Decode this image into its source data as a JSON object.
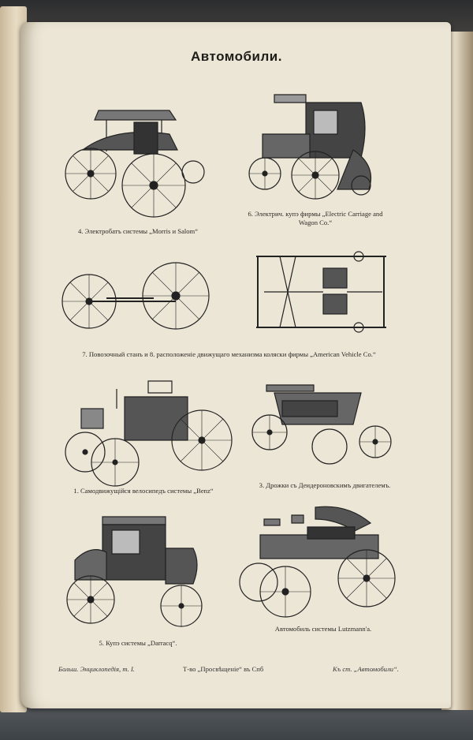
{
  "page": {
    "title": "Автомобили.",
    "captions": {
      "c4": "4. Электробатъ системы „Morris и Salom“",
      "c6_line1": "6. Электрич. купэ фирмы „Electric Carriage and",
      "c6_line2": "Wagon Co.“",
      "c7": "7. Повозочный станъ и 8. расположеніе движущаго механизма коляски фирмы „American Vehicle Co.“",
      "c1": "1. Самодвижущійся велосипедъ системы „Benz“",
      "c3": "3. Дрожки съ Деидероновскимъ двигателемъ.",
      "c5": "5. Купэ системы „Darracq“.",
      "c2": "Автомобиль системы Lutzmann'а."
    },
    "footer": {
      "left": "Больш. Энциклопедія, т. I.",
      "center": "Т-во „Просвѣщеніе“ въ Спб",
      "right": "Къ ст. „Автомобили“."
    }
  }
}
